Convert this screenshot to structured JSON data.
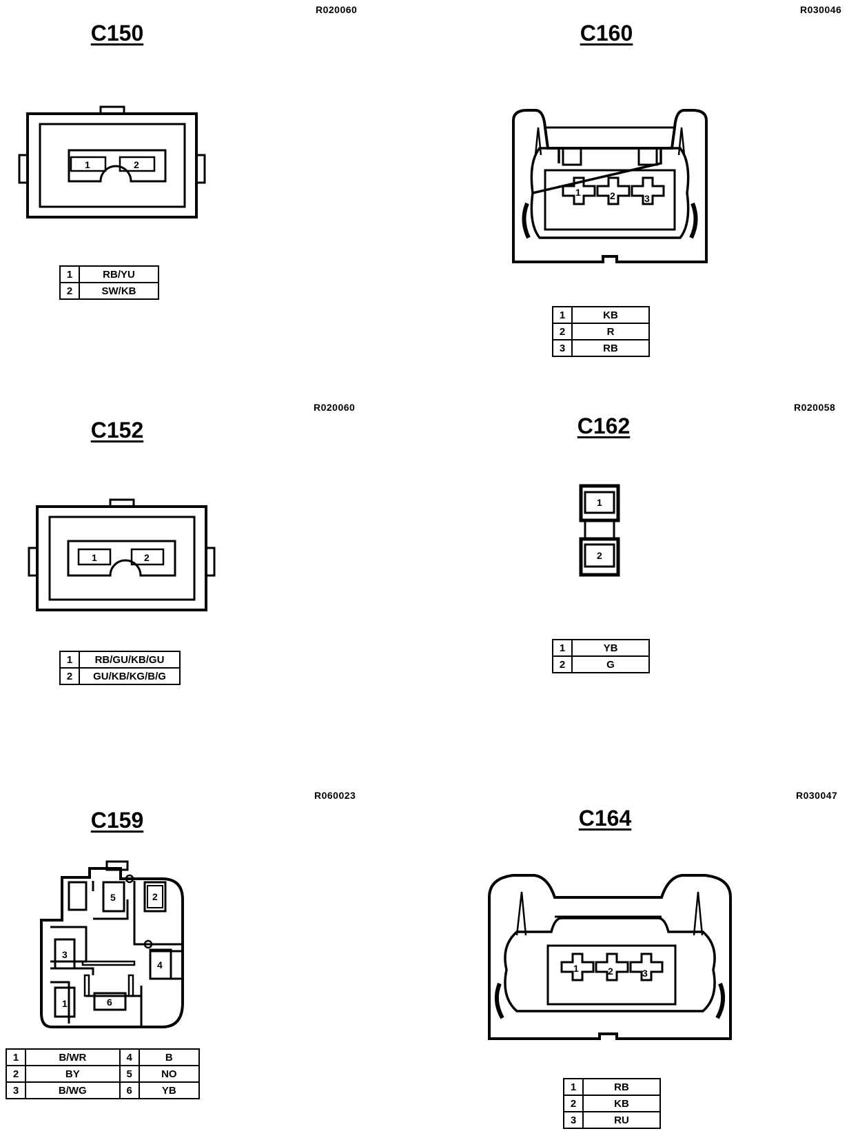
{
  "connectors": {
    "c150": {
      "title": "C150",
      "ref": "R020060",
      "cavities": [
        "1",
        "2"
      ],
      "pins": [
        {
          "pin": "1",
          "wire": "RB/YU"
        },
        {
          "pin": "2",
          "wire": "SW/KB"
        }
      ]
    },
    "c160": {
      "title": "C160",
      "ref": "R030046",
      "cavities": [
        "1",
        "2",
        "3"
      ],
      "pins": [
        {
          "pin": "1",
          "wire": "KB"
        },
        {
          "pin": "2",
          "wire": "R"
        },
        {
          "pin": "3",
          "wire": "RB"
        }
      ]
    },
    "c152": {
      "title": "C152",
      "ref": "R020060",
      "cavities": [
        "1",
        "2"
      ],
      "pins": [
        {
          "pin": "1",
          "wire": "RB/GU/KB/GU"
        },
        {
          "pin": "2",
          "wire": "GU/KB/KG/B/G"
        }
      ]
    },
    "c162": {
      "title": "C162",
      "ref": "R020058",
      "cavities": [
        "1",
        "2"
      ],
      "pins": [
        {
          "pin": "1",
          "wire": "YB"
        },
        {
          "pin": "2",
          "wire": "G"
        }
      ]
    },
    "c159": {
      "title": "C159",
      "ref": "R060023",
      "cavities": [
        "1",
        "2",
        "3",
        "4",
        "5",
        "6"
      ],
      "pins": [
        {
          "pin": "1",
          "wire": "B/WR"
        },
        {
          "pin": "2",
          "wire": "BY"
        },
        {
          "pin": "3",
          "wire": "B/WG"
        },
        {
          "pin": "4",
          "wire": "B"
        },
        {
          "pin": "5",
          "wire": "NO"
        },
        {
          "pin": "6",
          "wire": "YB"
        }
      ]
    },
    "c164": {
      "title": "C164",
      "ref": "R030047",
      "cavities": [
        "1",
        "2",
        "3"
      ],
      "pins": [
        {
          "pin": "1",
          "wire": "RB"
        },
        {
          "pin": "2",
          "wire": "KB"
        },
        {
          "pin": "3",
          "wire": "RU"
        }
      ]
    }
  }
}
